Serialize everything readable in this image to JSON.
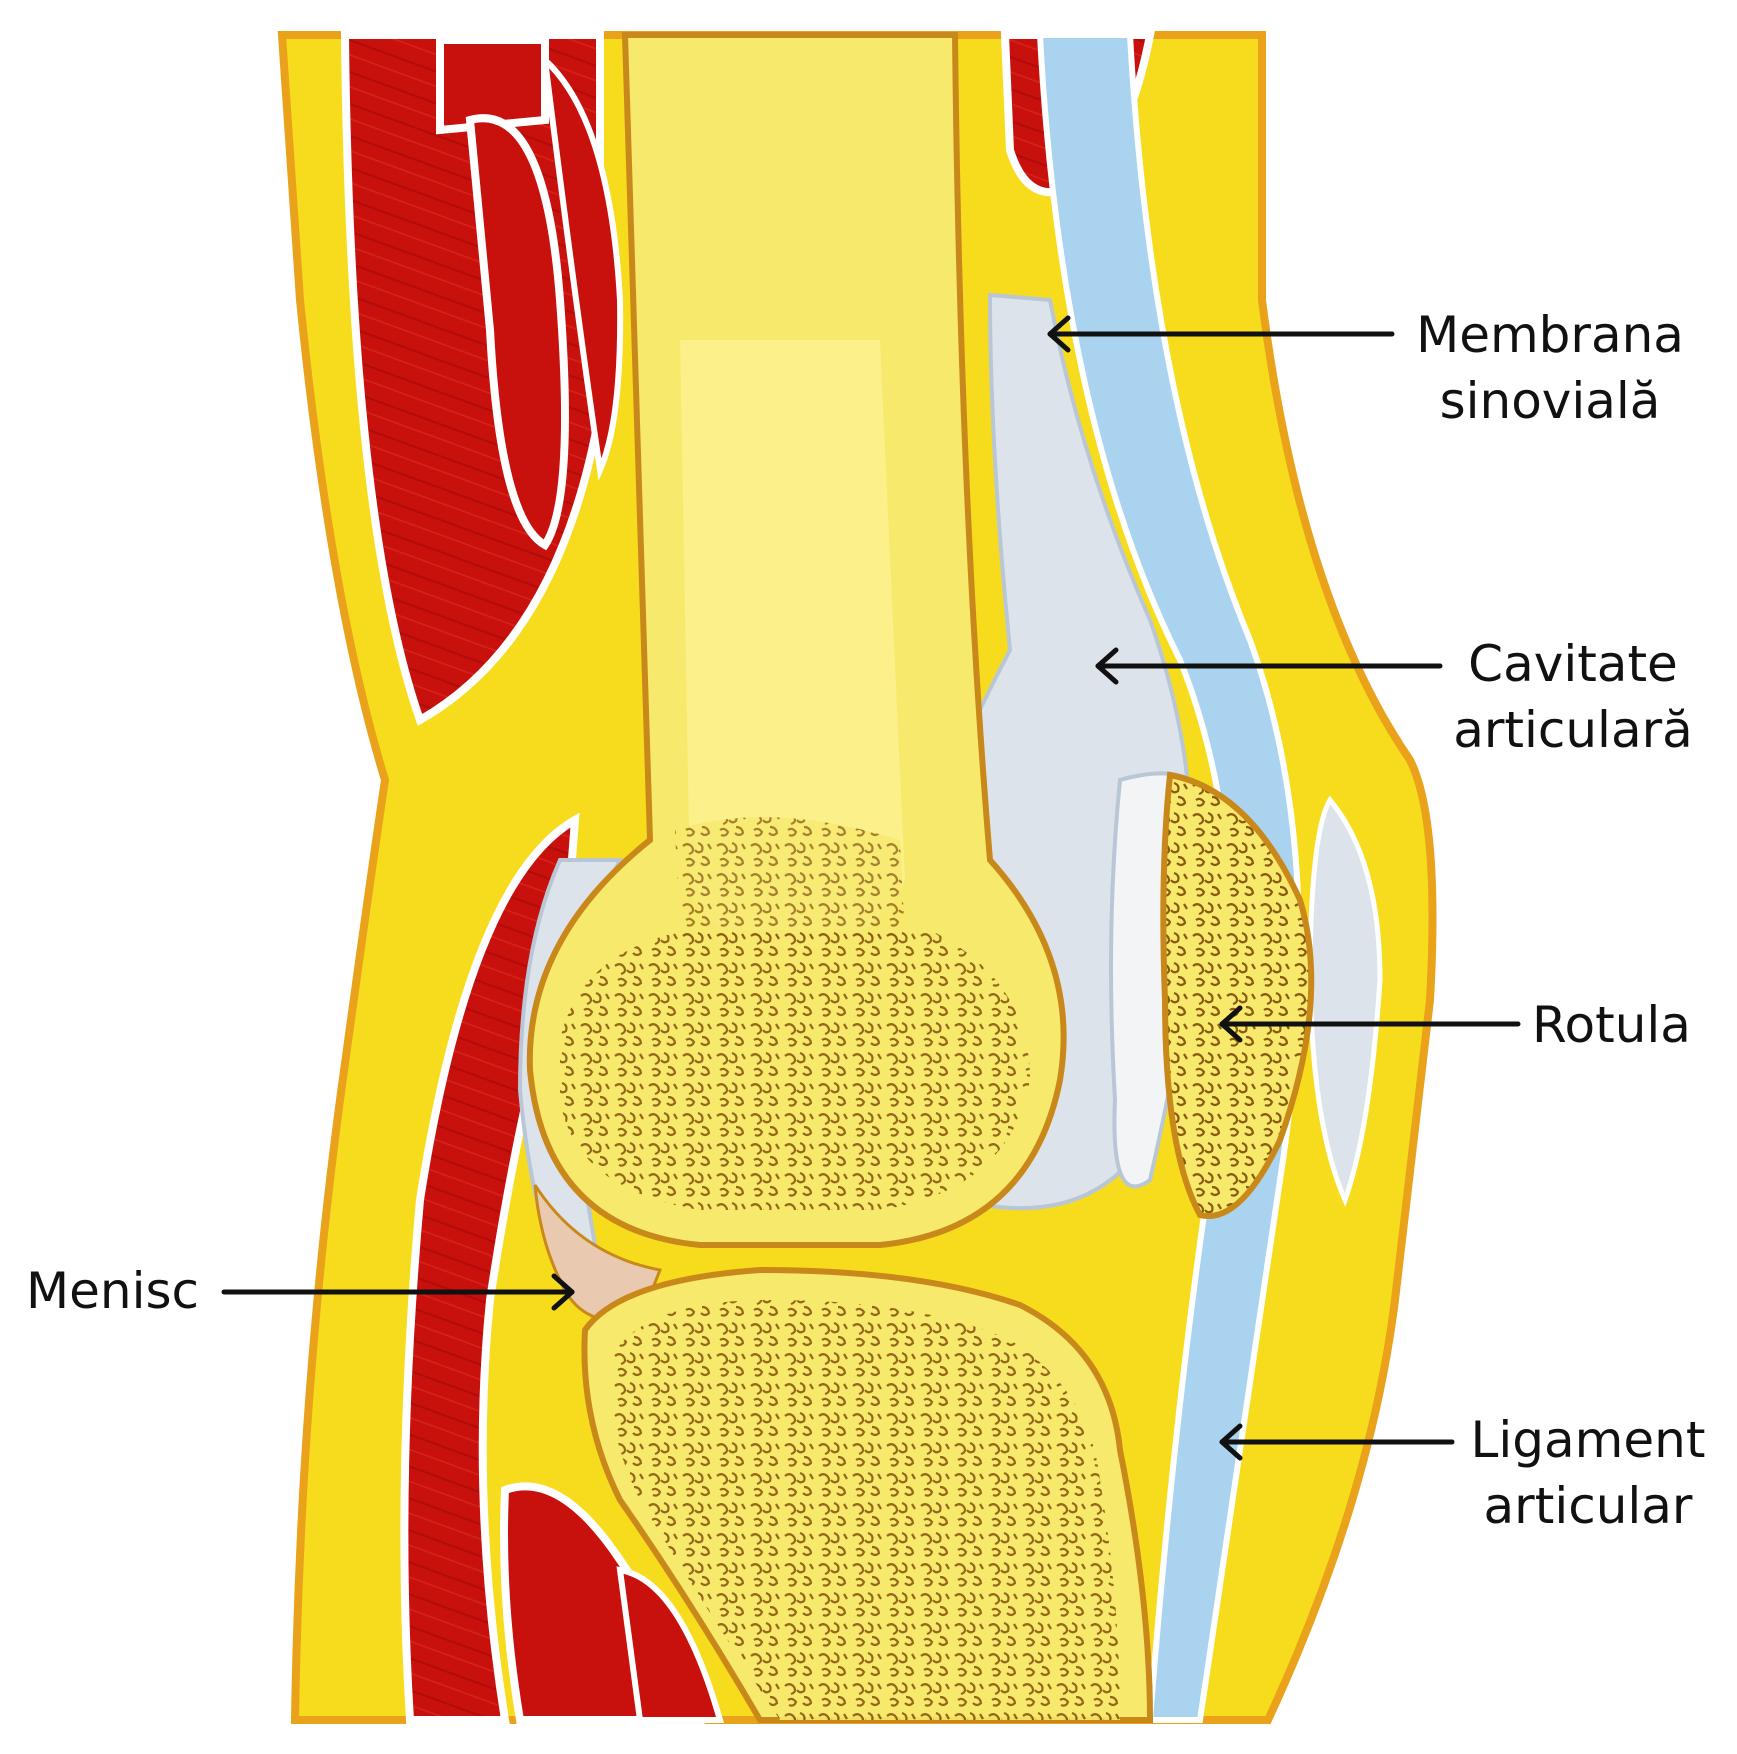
{
  "labels": {
    "synovial": {
      "line1": "Membrana",
      "line2": "sinovială"
    },
    "cavity": {
      "line1": "Cavitate",
      "line2": "articulară"
    },
    "patella": {
      "line1": "Rotula"
    },
    "meniscus": {
      "line1": "Menisc"
    },
    "ligament": {
      "line1": "Ligament",
      "line2": "articular"
    }
  },
  "colors": {
    "fat_yellow": "#f7dc1e",
    "bone_yellow": "#f6e96c",
    "muscle_red": "#c8100d",
    "ligament_blue": "#a9d3ee",
    "cartilage_grey": "#dde3ea",
    "outline_orange": "#e9a21a",
    "arrow_black": "#111111"
  }
}
